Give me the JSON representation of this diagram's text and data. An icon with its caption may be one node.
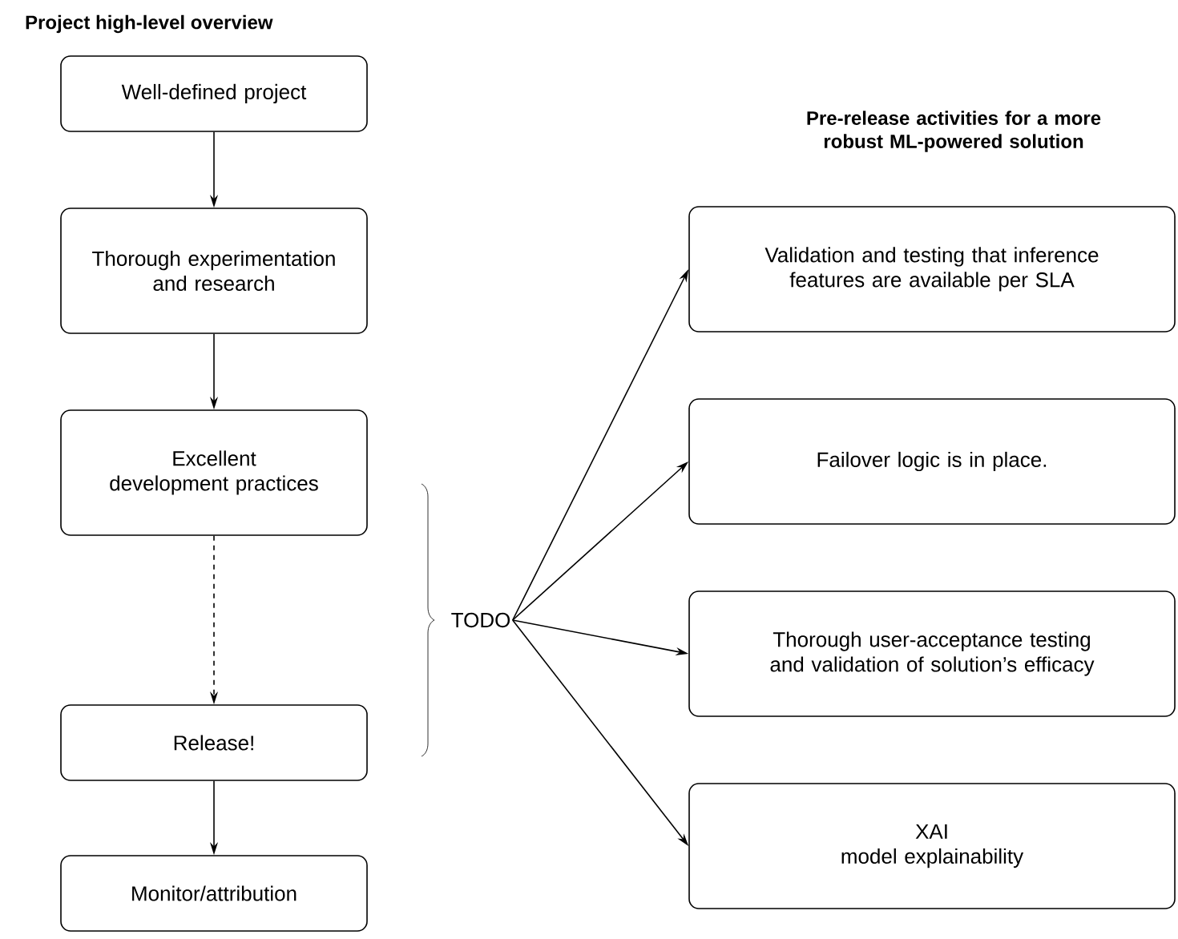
{
  "diagram": {
    "title": "Project high-level overview",
    "nodes": [
      {
        "text": [
          "Well-defined project"
        ]
      },
      {
        "text": [
          "Thorough experimentation and research"
        ]
      },
      {
        "text": [
          "Excellent development practices"
        ]
      },
      {
        "text": [
          "Release!"
        ]
      },
      {
        "text": [
          "Monitor/attribution"
        ]
      },
      {
        "text": [
          "TODO"
        ]
      },
      {
        "text": [
          "Validation and testing that inference features are available per SLA"
        ]
      },
      {
        "text": [
          "Failover logic is in place."
        ]
      },
      {
        "text": [
          "Thorough user-acceptance testing and validation of solution’s efficacy"
        ]
      },
      {
        "text": [
          "XAI",
          "model explainability"
        ]
      }
    ],
    "edges": [
      {
        "from": 0,
        "to": 1,
        "arrow": "to"
      },
      {
        "from": 1,
        "to": 2,
        "arrow": "to"
      },
      {
        "from": 2,
        "to": 3,
        "arrow": "to",
        "style": "dashed"
      },
      {
        "from": 3,
        "to": 4,
        "arrow": "to"
      },
      {
        "from": 5,
        "to": 6,
        "arrow": "to"
      },
      {
        "from": 5,
        "to": 7,
        "arrow": "to"
      },
      {
        "from": 5,
        "to": 8,
        "arrow": "to"
      },
      {
        "from": 5,
        "to": 9,
        "arrow": "to"
      }
    ],
    "labels": [
      "Pre-release activities for a more robust ML-powered solution"
    ]
  }
}
